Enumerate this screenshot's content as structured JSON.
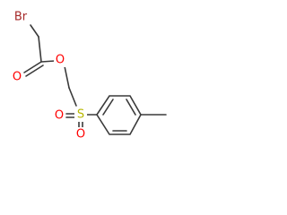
{
  "structure": {
    "atoms": {
      "bromine": "Br",
      "carbonyl_oxygen": "O",
      "ester_oxygen": "O",
      "sulfur": "S",
      "sulfonyl_oxygen_left": "O",
      "sulfonyl_oxygen_bottom": "O"
    }
  },
  "colors": {
    "bond": "#3a3a3a",
    "bromine": "#a52a2a",
    "oxygen": "#ff0000",
    "sulfur": "#b8b800"
  }
}
